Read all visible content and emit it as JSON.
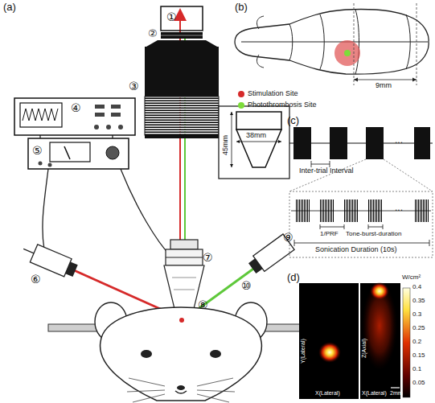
{
  "diagram": {
    "labels": [
      "(a)",
      "①",
      "②",
      "③",
      "④",
      "⑤",
      "⑥",
      "⑦",
      "⑧",
      "⑨",
      "⑩",
      "38mm",
      "45mm",
      "(b)",
      "9mm",
      "(c)",
      "Inter-trial Interval",
      "...",
      "1/PRF",
      "Tone-burst-duration",
      "...",
      "Sonication Duration (10s)",
      "(d)",
      "W/cm²",
      "0.4",
      "0.35",
      "0.3",
      "0.25",
      "0.2",
      "0.15",
      "0.1",
      "0.05",
      "Y(Lateral)",
      "X(Lateral)",
      "Z(Axial)",
      "X(Lateral)",
      "2mm"
    ],
    "legend": [
      {
        "text": "Stimulation Site",
        "color": "#d62a2a"
      },
      {
        "text": "Photothrombosis Site",
        "color": "#7ddc3a"
      }
    ]
  }
}
